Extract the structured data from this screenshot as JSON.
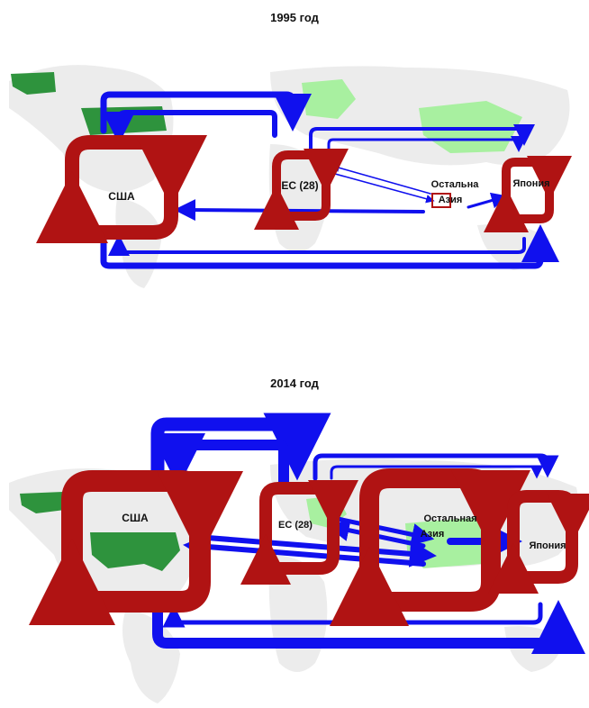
{
  "panels": [
    {
      "title": "1995 год",
      "labels": {
        "usa": "США",
        "eu": "ЕС (28)",
        "asia_line1": "Остальна",
        "asia_line2": "Азия",
        "japan": "Япония"
      }
    },
    {
      "title": "2014 год",
      "labels": {
        "usa": "США",
        "eu": "ЕС (28)",
        "asia_line1": "Остальная",
        "asia_line2": "Азия",
        "japan": "Япония"
      }
    }
  ],
  "colors": {
    "internal_flow": "#b01313",
    "trade_flow": "#1010ee",
    "map_land": "#ececec",
    "highlight_region": "#a8f0a0",
    "usa_highlight": "#1a8a2a"
  }
}
